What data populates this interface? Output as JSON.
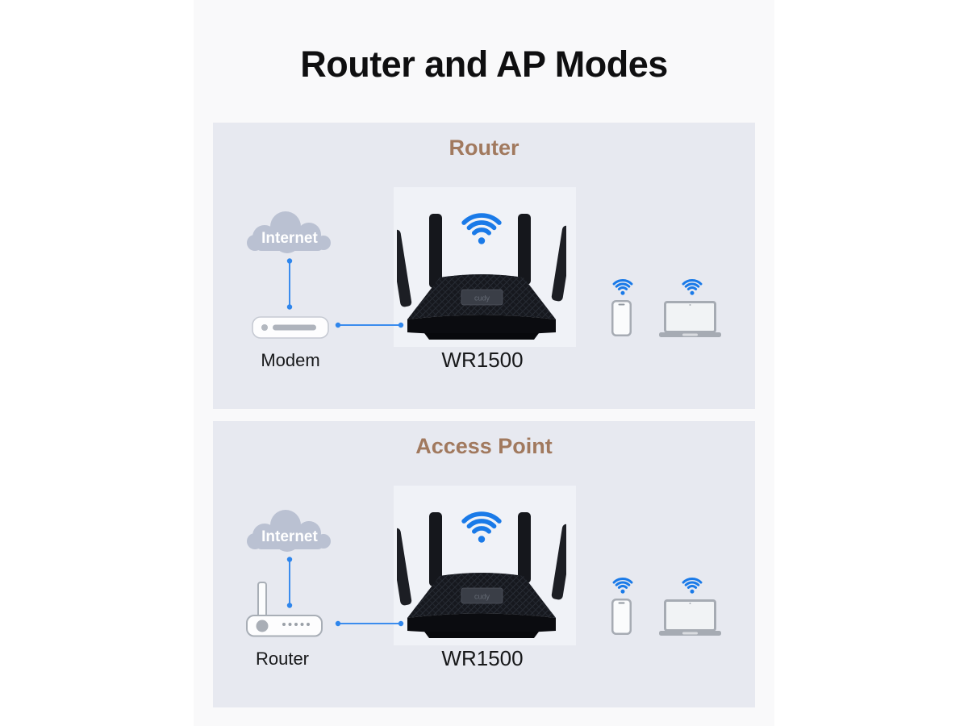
{
  "page": {
    "title": "Router and AP Modes"
  },
  "colors": {
    "content_bg": "#f9f9fa",
    "panel_bg": "#e7e9f0",
    "heading_brown": "#a1795e",
    "wifi_blue": "#1a7ae8",
    "connector_blue": "#3b8cee",
    "cloud_gray": "#bac1d2",
    "label_black": "#17181a",
    "device_gray": "#a6abb3"
  },
  "panels": [
    {
      "heading": "Router",
      "cloud_label": "Internet",
      "source_label": "Modem",
      "source_type": "modem",
      "model_label": "WR1500",
      "brand": "cudy",
      "icons": [
        "internet-cloud",
        "wifi-signal-icon",
        "phone-icon",
        "laptop-icon"
      ]
    },
    {
      "heading": "Access Point",
      "cloud_label": "Internet",
      "source_label": "Router",
      "source_type": "wifi-router",
      "model_label": "WR1500",
      "brand": "cudy",
      "icons": [
        "internet-cloud",
        "wifi-signal-icon",
        "phone-icon",
        "laptop-icon"
      ]
    }
  ]
}
